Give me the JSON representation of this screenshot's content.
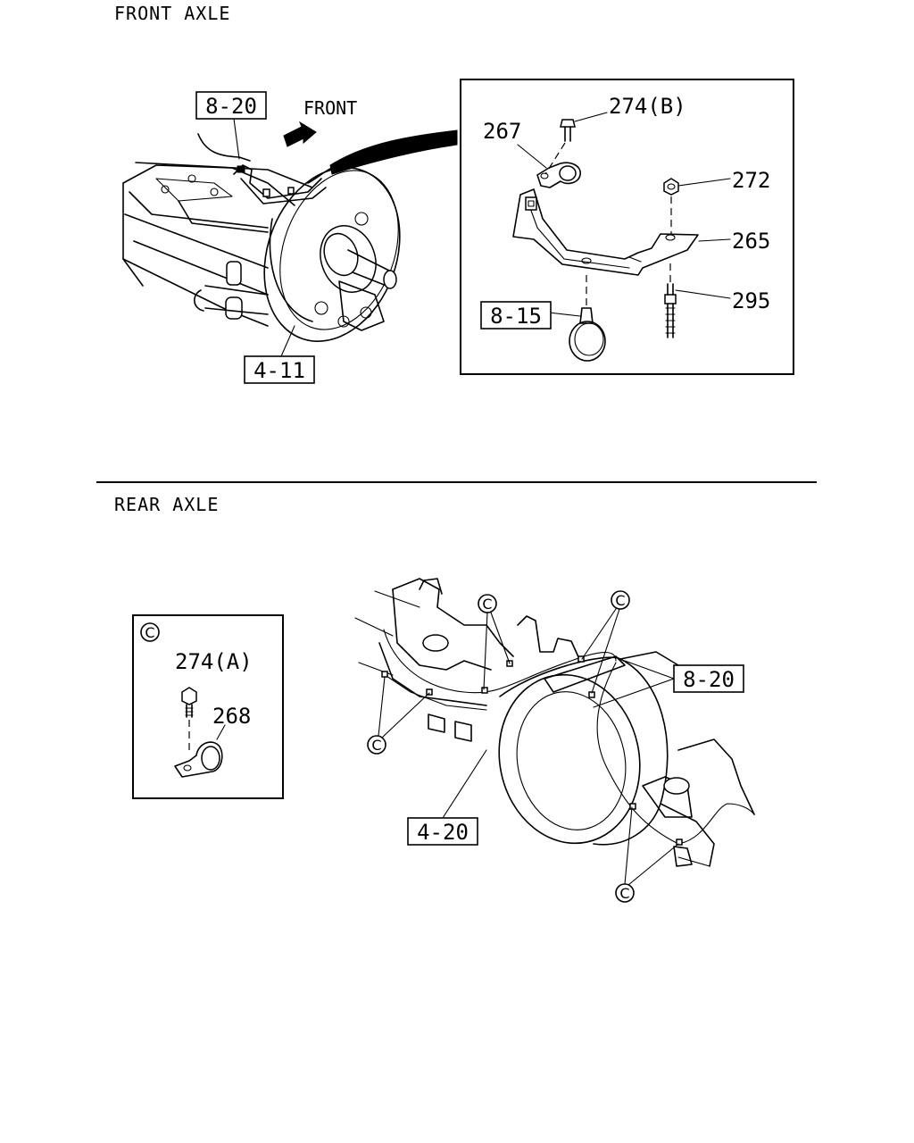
{
  "sections": {
    "front_title": "FRONT AXLE",
    "rear_title": "REAR AXLE"
  },
  "front": {
    "direction_label": "FRONT",
    "refs": {
      "brake_line": "8-20",
      "disc": "4-11",
      "hose_clip": "8-15"
    },
    "detail_parts": {
      "bolt_b": "274(B)",
      "clip_267": "267",
      "nut_272": "272",
      "bracket_265": "265",
      "stud_295": "295"
    }
  },
  "rear": {
    "callout_symbol": "C",
    "refs": {
      "brake_line": "8-20",
      "axle_housing": "4-20"
    },
    "detail_parts": {
      "bolt_a": "274(A)",
      "clip_268": "268"
    }
  }
}
